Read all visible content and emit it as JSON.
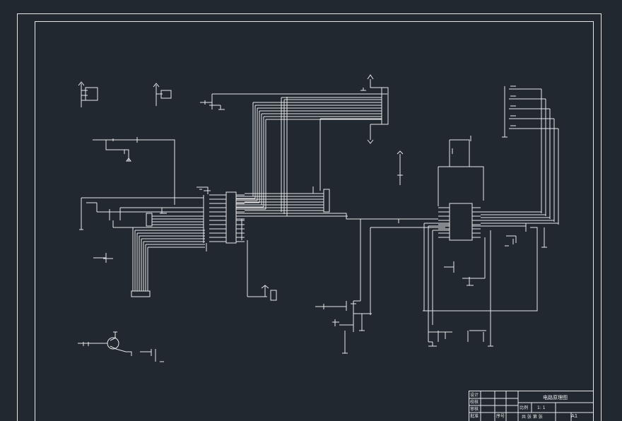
{
  "title_block": {
    "rows_left": [
      "设计",
      "校核",
      "审核",
      "批准"
    ],
    "drawing_title": "电路原理图",
    "scale_label": "比例",
    "scale_value": "1: 1",
    "sheet_text": "共 张 第 张",
    "seq_label": "序号",
    "size": "A1"
  },
  "colors": {
    "background": "#212830",
    "line": "#e8e8e8"
  }
}
